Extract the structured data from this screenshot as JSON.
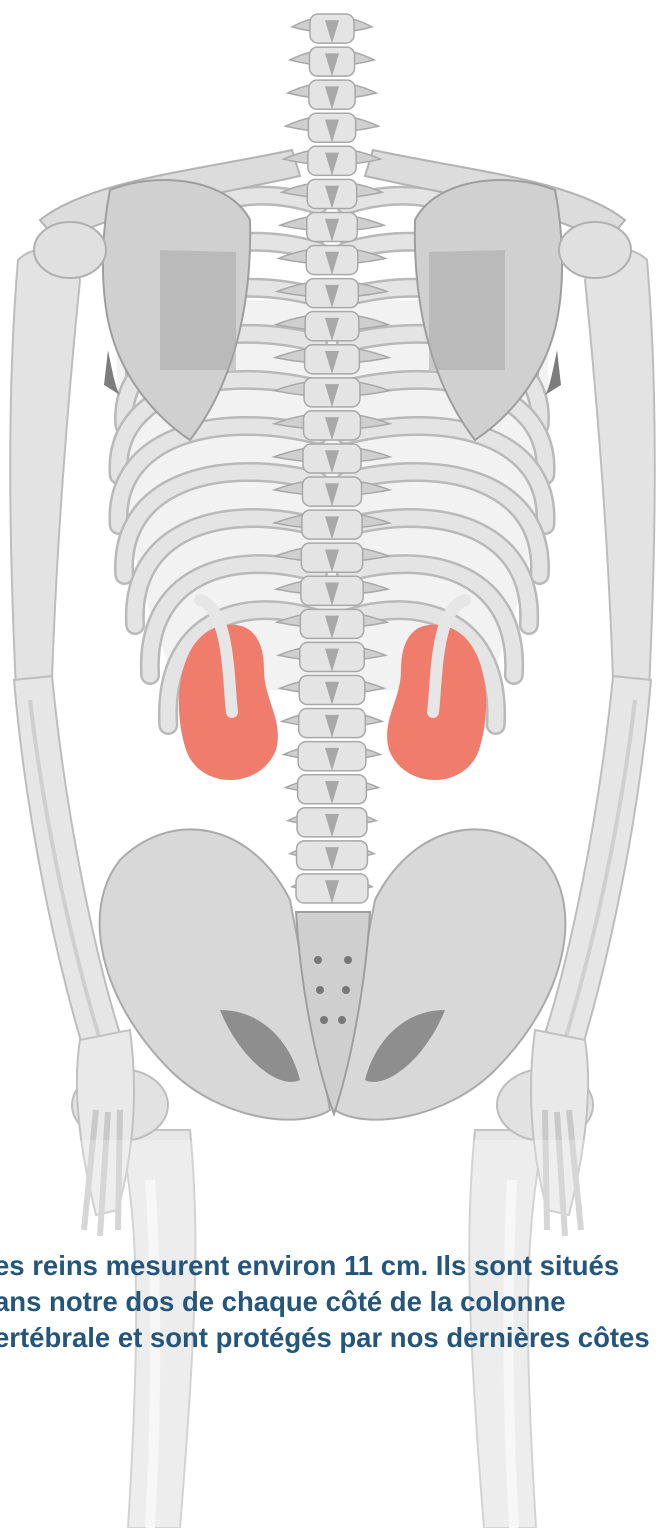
{
  "caption": {
    "line1": "es reins mesurent environ 11 cm. Ils sont situés",
    "line2": "ans notre dos de chaque côté de la colonne",
    "line3": "ertébrale et sont protégés par nos dernières côtes"
  },
  "colors": {
    "bone_light": "#e4e4e4",
    "bone_mid": "#cfcfcf",
    "bone_shadow": "#a8a8a8",
    "bone_dark": "#7d7d7d",
    "bone_outline": "#b9b9b9",
    "kidney": "#f07c6b",
    "text": "#24557a"
  },
  "rib_levels": 10,
  "vertebra_count": 27
}
